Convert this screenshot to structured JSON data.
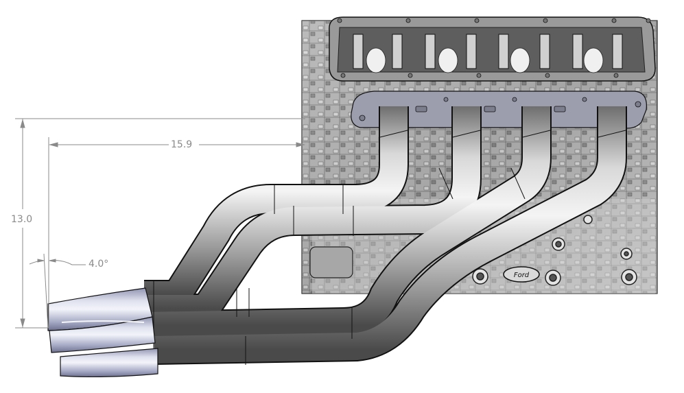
{
  "drawing": {
    "subject": "4-cylinder engine with exhaust header (4-into-1 collector)",
    "dimensions": {
      "vertical_height": {
        "label": "13.0"
      },
      "horizontal_offset": {
        "label": "15.9"
      },
      "collector_angle": {
        "label": "4.0°"
      }
    },
    "components": {
      "engine_block": "engine-block",
      "cylinder_head": "cylinder-head",
      "header_flange": "header-flange",
      "primary_tubes": [
        "primary-tube-1",
        "primary-tube-2",
        "primary-tube-3",
        "primary-tube-4"
      ],
      "collector": "collector",
      "logo": "ford-oval-logo"
    },
    "colors": {
      "background": "#ffffff",
      "dimension_line": "#8a8a8a",
      "tube_metal": "#a9a9a9",
      "collector_tint": "#b9bdd6",
      "flange": "#9c9eae",
      "engine": "#8c8c8c",
      "outline": "#1a1a1a"
    }
  }
}
